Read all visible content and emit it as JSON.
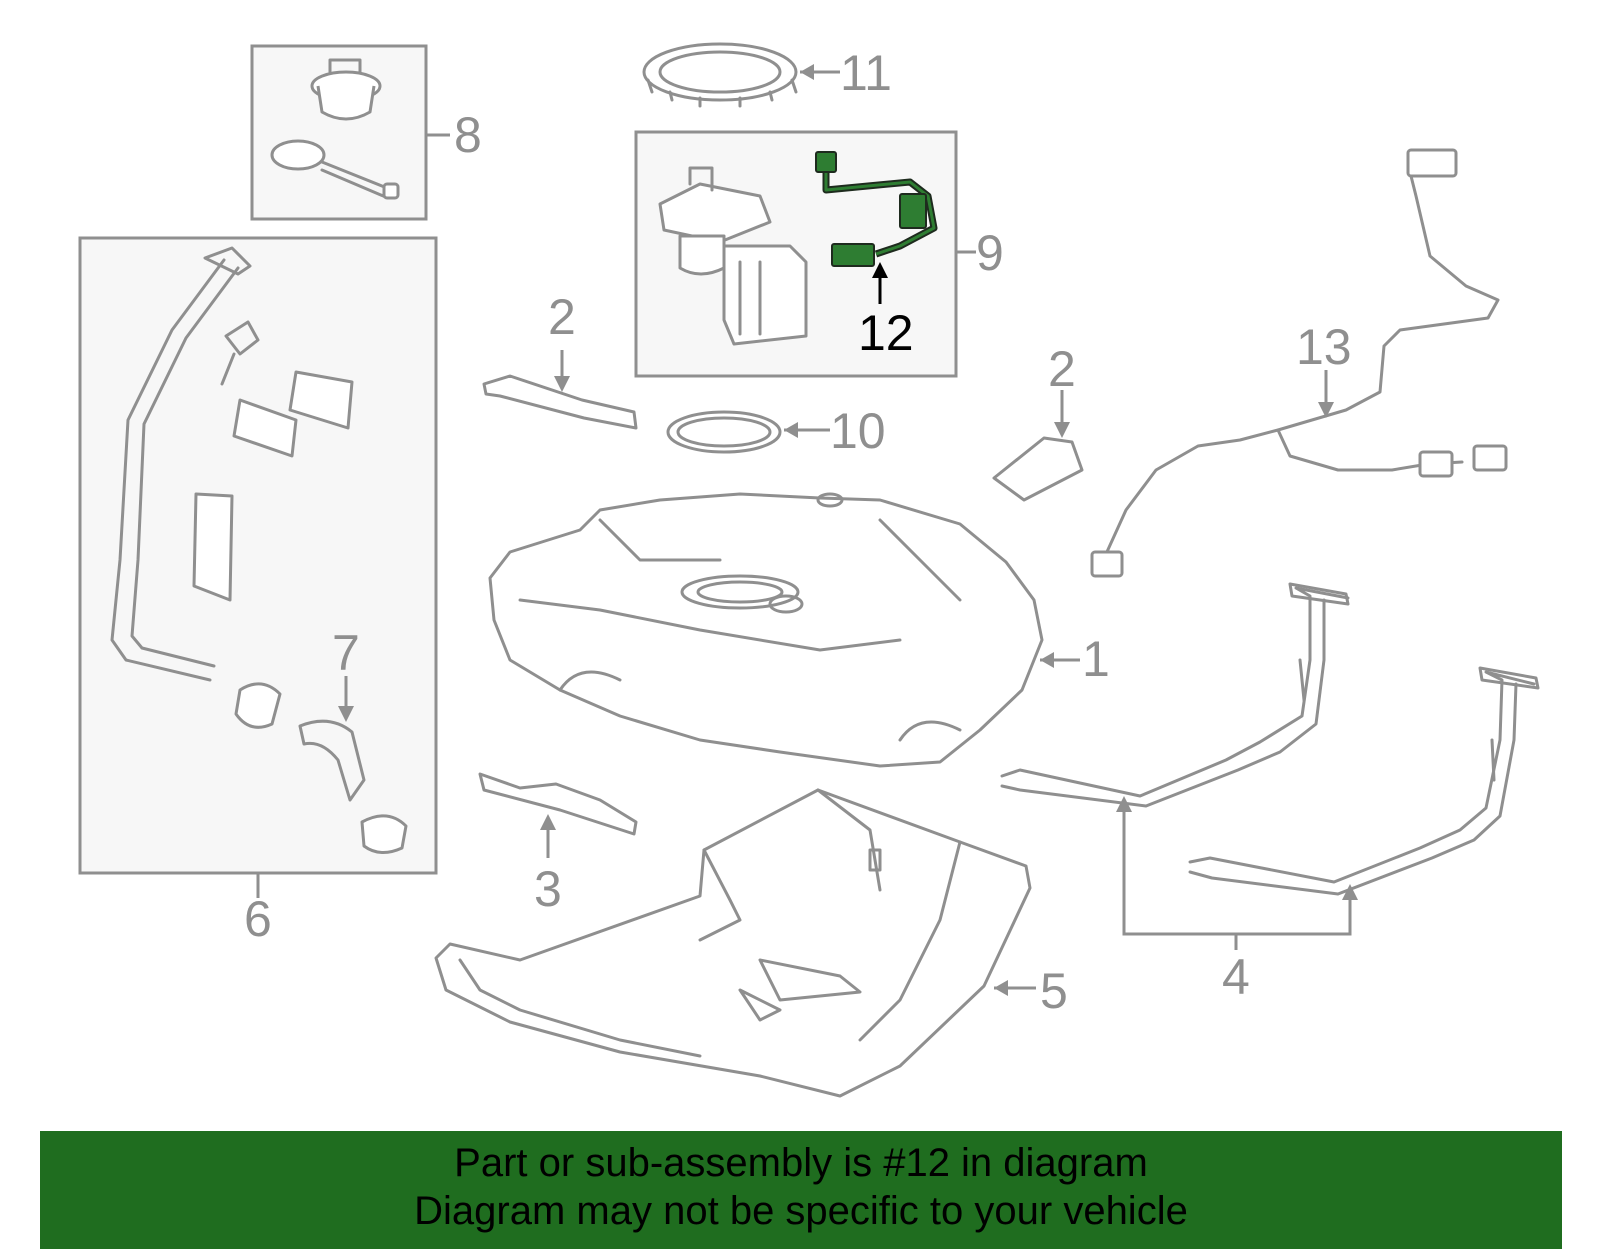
{
  "callouts": {
    "c1": "1",
    "c2a": "2",
    "c2b": "2",
    "c3": "3",
    "c4": "4",
    "c5": "5",
    "c6": "6",
    "c7": "7",
    "c8": "8",
    "c9": "9",
    "c10": "10",
    "c11": "11",
    "c12": "12",
    "c13": "13"
  },
  "highlight": {
    "callout": "12",
    "color": "#2e7d32"
  },
  "colors": {
    "line_art": "#8f8f8f",
    "box_fill": "#f7f7f7",
    "footer_bg": "#1f6d1f"
  },
  "footer": {
    "line1": "Part or sub-assembly is #12 in diagram",
    "line2": "Diagram may not be specific to your vehicle"
  }
}
